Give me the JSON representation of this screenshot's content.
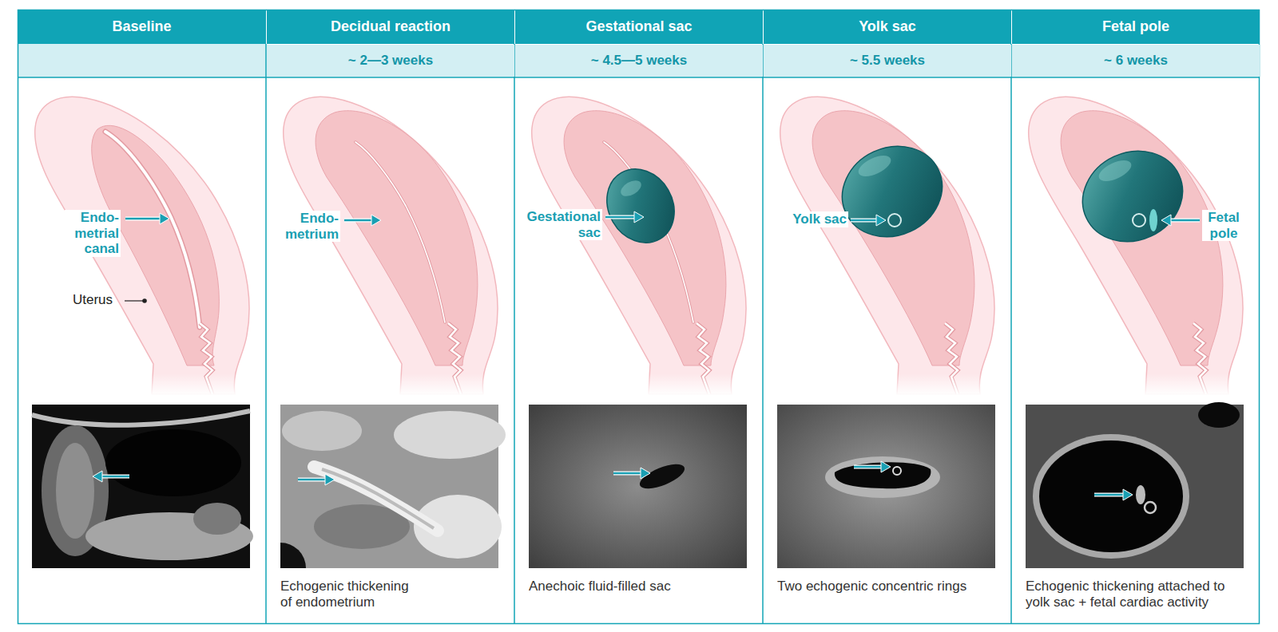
{
  "diagram": {
    "nodes": [
      {
        "text": [
          "Baseline"
        ]
      },
      {
        "text": [
          "Decidual reaction"
        ]
      },
      {
        "text": [
          "Gestational sac"
        ]
      },
      {
        "text": [
          "Yolk sac"
        ]
      },
      {
        "text": [
          "Fetal pole"
        ]
      },
      {
        "text": [
          "~ 2—3 weeks"
        ]
      },
      {
        "text": [
          "~ 4.5—5 weeks"
        ]
      },
      {
        "text": [
          "~ 5.5 weeks"
        ]
      },
      {
        "text": [
          "~ 6 weeks"
        ]
      }
    ],
    "labels": [
      "Endo- metrial canal",
      "Uterus",
      "Endo- metrium",
      "Gestational sac",
      "Yolk sac",
      "Fetal pole",
      "Echogenic thickening of endometrium",
      "Anechoic fluid-filled sac",
      "Two echogenic concentric rings",
      "Echogenic thickening attached to yolk sac + fetal cardiac activity"
    ]
  }
}
